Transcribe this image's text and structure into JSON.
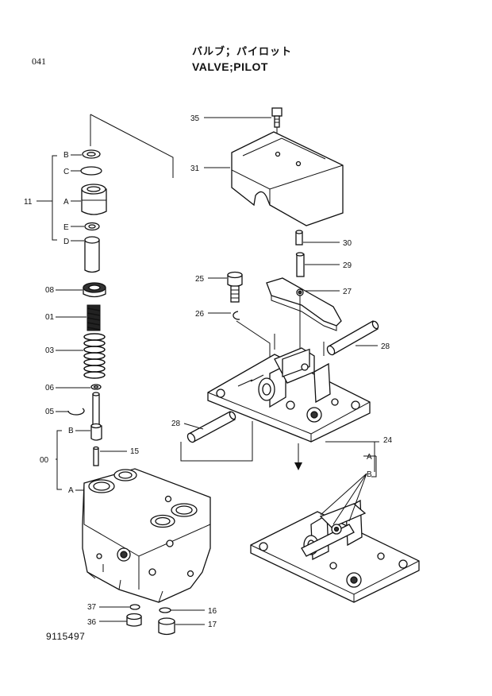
{
  "page_number": "041",
  "title_jp": "バルブ；パイロット",
  "title_en": "VALVE;PILOT",
  "drawing_number": "9115497",
  "callouts": {
    "c35": "35",
    "c31": "31",
    "c30": "30",
    "c29": "29",
    "c25": "25",
    "c27": "27",
    "c26": "26",
    "c28a": "28",
    "c28b": "28",
    "c24": "24",
    "cA_right": "A",
    "cB_right": "B",
    "cB_top": "B",
    "cC": "C",
    "c11": "11",
    "cA_left": "A",
    "cE": "E",
    "cD": "D",
    "c08": "08",
    "c01": "01",
    "c03": "03",
    "c06": "06",
    "c05": "05",
    "c00": "00",
    "cB_mid": "B",
    "c15": "15",
    "cA_bottom": "A",
    "c37": "37",
    "c36": "36",
    "c16": "16",
    "c17": "17"
  }
}
